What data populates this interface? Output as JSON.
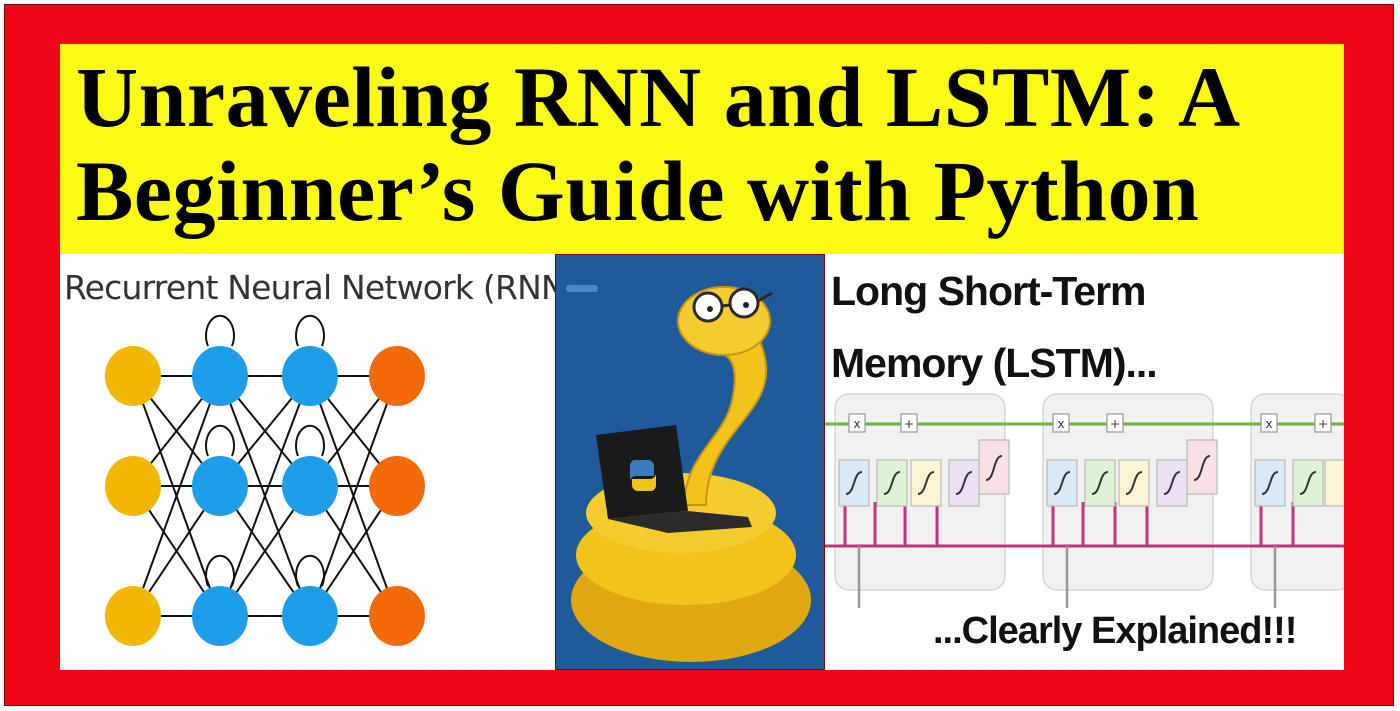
{
  "banner": {
    "title_line_1": "Unraveling RNN and LSTM: A",
    "title_line_2": "Beginner’s Guide with Python"
  },
  "rnn_panel": {
    "title": "Recurrent Neural Network (RNN)"
  },
  "lstm_panel": {
    "title_line_1": "Long Short-Term",
    "title_line_2": "Memory (LSTM)...",
    "caption": "...Clearly Explained!!!",
    "gate_symbols": [
      "x",
      "+",
      "x",
      "+",
      "x",
      "+"
    ]
  },
  "colors": {
    "frame_red": "#f2071a",
    "banner_yellow": "#fafa14",
    "input_node": "#f2b705",
    "hidden_node": "#1e9ee8",
    "output_node": "#f26a0a",
    "python_bg": "#1f5b9a",
    "snake_yellow": "#f2c31a"
  }
}
